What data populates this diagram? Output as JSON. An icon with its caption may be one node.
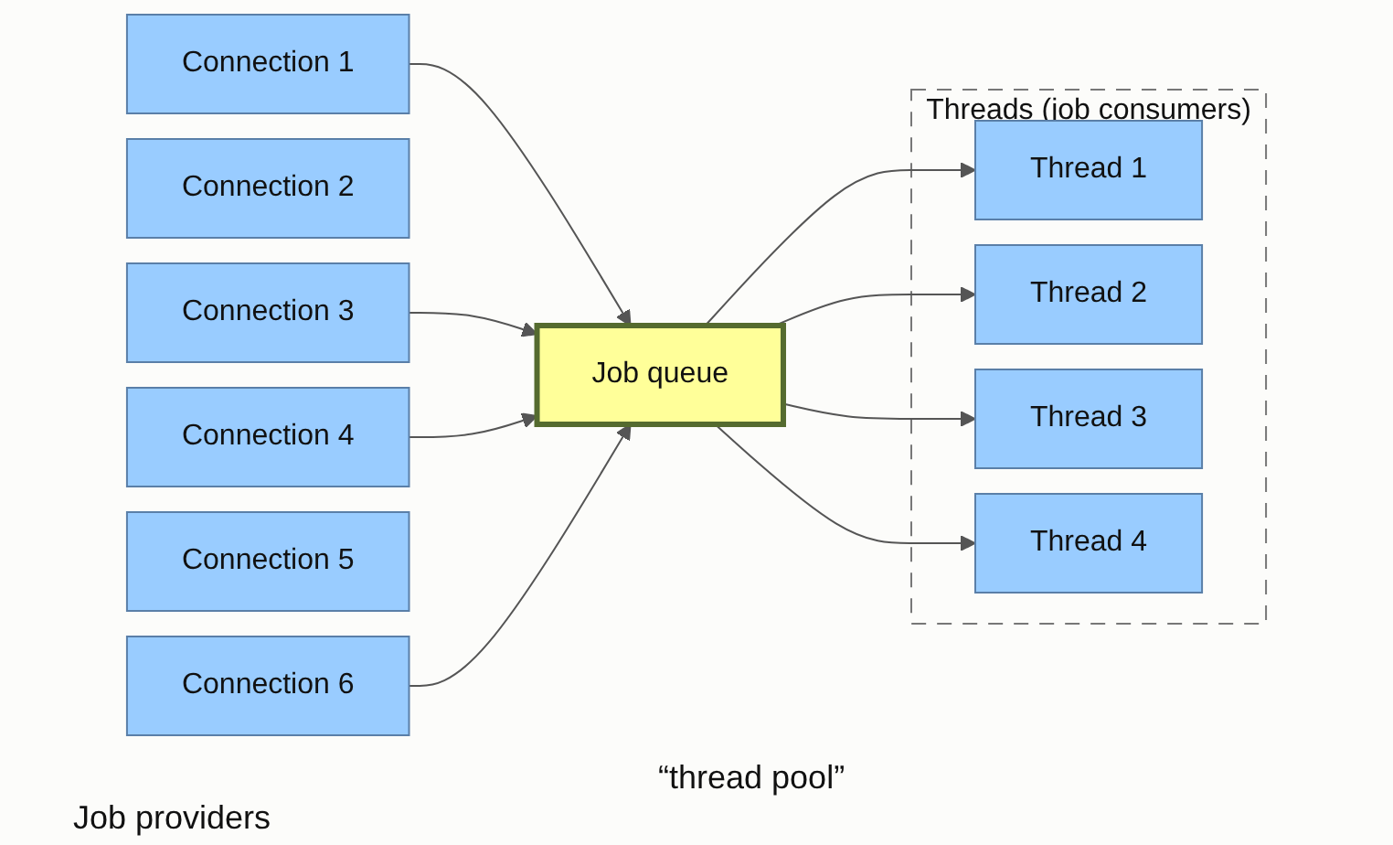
{
  "diagram": {
    "nodes": [
      {
        "text": [
          "Connection 1"
        ]
      },
      {
        "text": [
          "Connection 2"
        ]
      },
      {
        "text": [
          "Connection 3"
        ]
      },
      {
        "text": [
          "Connection 4"
        ]
      },
      {
        "text": [
          "Connection 5"
        ]
      },
      {
        "text": [
          "Connection 6"
        ]
      },
      {
        "text": [
          "Job queue"
        ]
      },
      {
        "text": [
          "Threads (job consumers)"
        ]
      },
      {
        "text": [
          "Thread 1"
        ],
        "in": 7
      },
      {
        "text": [
          "Thread 2"
        ],
        "in": 7
      },
      {
        "text": [
          "Thread 3"
        ],
        "in": 7
      },
      {
        "text": [
          "Thread 4"
        ],
        "in": 7
      }
    ],
    "edges": [
      {
        "from": 0,
        "to": 6,
        "arrow": "to"
      },
      {
        "from": 2,
        "to": 6,
        "arrow": "to"
      },
      {
        "from": 3,
        "to": 6,
        "arrow": "to"
      },
      {
        "from": 5,
        "to": 6,
        "arrow": "to"
      },
      {
        "from": 6,
        "to": 8,
        "arrow": "to"
      },
      {
        "from": 6,
        "to": 9,
        "arrow": "to"
      },
      {
        "from": 6,
        "to": 10,
        "arrow": "to"
      },
      {
        "from": 6,
        "to": 11,
        "arrow": "to"
      }
    ],
    "labels": [
      "“thread pool”",
      "Job providers"
    ]
  }
}
